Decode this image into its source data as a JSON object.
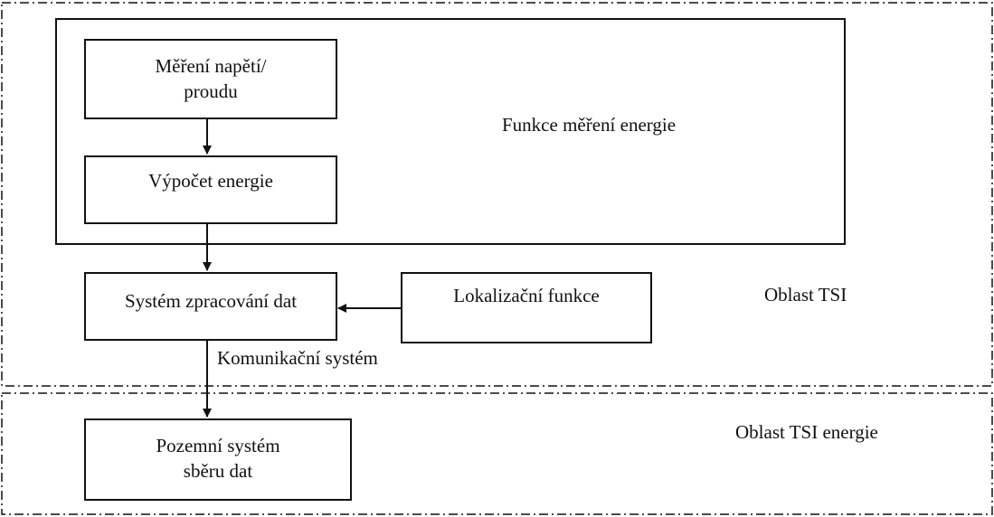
{
  "diagram": {
    "boxes": {
      "voltage_current_measurement": {
        "line1": "Měření napětí/",
        "line2": "proudu"
      },
      "energy_calculation": {
        "label": "Výpočet energie"
      },
      "data_processing_system": {
        "label": "Systém zpracování dat"
      },
      "localization_function": {
        "label": "Lokalizační funkce"
      },
      "ground_data_collection": {
        "line1": "Pozemní systém",
        "line2": "sběru dat"
      }
    },
    "labels": {
      "energy_measurement_function": "Funkce měření energie",
      "communication_system": "Komunikační systém",
      "tsi_area": "Oblast TSI",
      "tsi_energy_area": "Oblast TSI energie"
    },
    "colors": {
      "stroke": "#111111",
      "background": "#ffffff"
    }
  }
}
